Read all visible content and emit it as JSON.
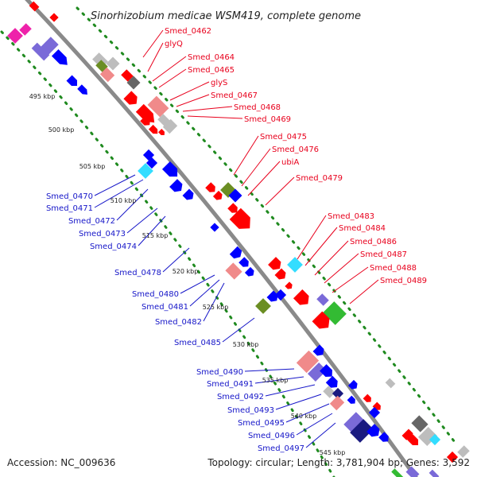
{
  "title": "Sinorhizobium medicae WSM419, complete genome",
  "accession": "Accession: NC_009636",
  "topology": "Topology: circular; Length: 3,781,904 bp; Genes: 3,592",
  "colors": {
    "forward_label": "#e8001c",
    "reverse_label": "#1515c8",
    "backbone": "#8a8a8a",
    "tick_dots": "#1f8a1f",
    "red": "#ff0000",
    "blue": "#0000ff",
    "pink": "#f08a8a",
    "cyan": "#33ddff",
    "olive": "#6b8e23",
    "green": "#33bb33",
    "magenta": "#ee22aa",
    "purple": "#7a6ad8",
    "gray": "#bdbdbd",
    "darkgray": "#666666",
    "navy": "#1a1a80"
  },
  "ticks": [
    "495 kbp",
    "500 kbp",
    "505 kbp",
    "510 kbp",
    "515 kbp",
    "520 kbp",
    "525 kbp",
    "530 kbp",
    "535 kbp",
    "540 kbp",
    "545 kbp"
  ],
  "forward_genes": [
    "Smed_0462",
    "glyQ",
    "Smed_0464",
    "Smed_0465",
    "glyS",
    "Smed_0467",
    "Smed_0468",
    "Smed_0469",
    "Smed_0475",
    "Smed_0476",
    "ubiA",
    "Smed_0479",
    "Smed_0483",
    "Smed_0484",
    "Smed_0486",
    "Smed_0487",
    "Smed_0488",
    "Smed_0489"
  ],
  "reverse_genes": [
    "Smed_0470",
    "Smed_0471",
    "Smed_0472",
    "Smed_0473",
    "Smed_0474",
    "Smed_0478",
    "Smed_0480",
    "Smed_0481",
    "Smed_0482",
    "Smed_0485",
    "Smed_0490",
    "Smed_0491",
    "Smed_0492",
    "Smed_0493",
    "Smed_0495",
    "Smed_0496",
    "Smed_0497"
  ]
}
